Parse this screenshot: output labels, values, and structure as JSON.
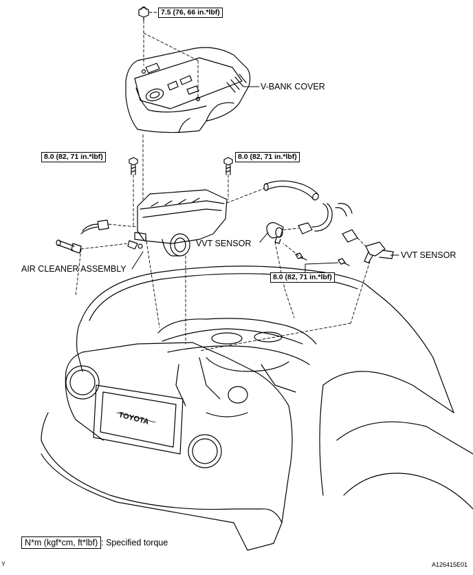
{
  "labels": {
    "v_bank_cover": "V-BANK COVER",
    "vvt_sensor_left": "VVT SENSOR",
    "vvt_sensor_right": "VVT SENSOR",
    "air_cleaner": "AIR CLEANER ASSEMBLY"
  },
  "torques": {
    "cover_nut": "7.5 (76, 66 in.*lbf)",
    "bolt_left": "8.0 (82, 71 in.*lbf)",
    "bolt_right": "8.0 (82, 71 in.*lbf)",
    "sensor_bolts": "8.0 (82, 71 in.*lbf)"
  },
  "legend": {
    "box": "N*m (kgf*cm, ft*lbf)",
    "text": ": Specified torque"
  },
  "corner_left": "Y",
  "figure_id": "A126415E01"
}
